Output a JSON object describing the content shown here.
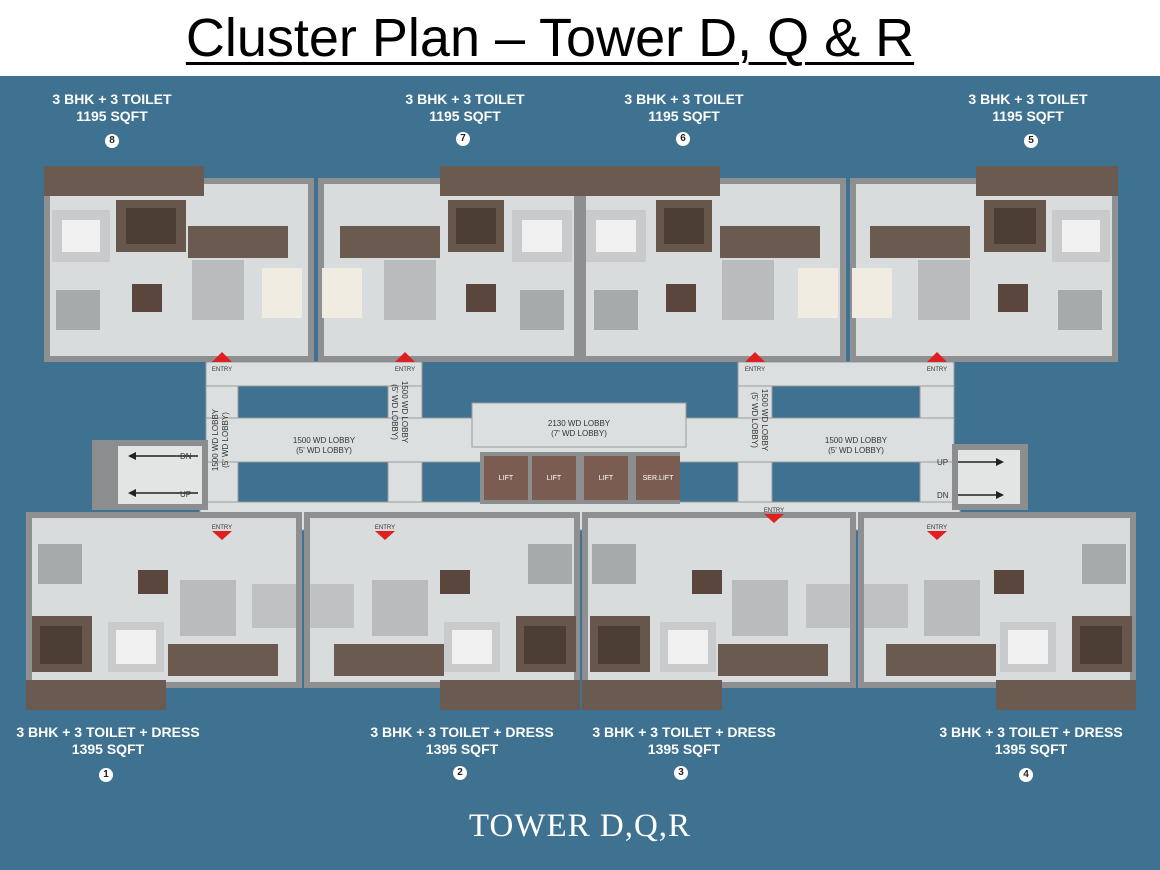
{
  "title": "Cluster Plan – Tower D, Q & R",
  "footer": "TOWER D,Q,R",
  "units_top": [
    {
      "num": "8",
      "type": "3 BHK + 3 TOILET",
      "area": "1195 SQFT"
    },
    {
      "num": "7",
      "type": "3 BHK + 3 TOILET",
      "area": "1195 SQFT"
    },
    {
      "num": "6",
      "type": "3 BHK + 3 TOILET",
      "area": "1195 SQFT"
    },
    {
      "num": "5",
      "type": "3 BHK + 3 TOILET",
      "area": "1195 SQFT"
    }
  ],
  "units_bottom": [
    {
      "num": "1",
      "type": "3 BHK + 3 TOILET + DRESS",
      "area": "1395 SQFT"
    },
    {
      "num": "2",
      "type": "3 BHK + 3 TOILET + DRESS",
      "area": "1395 SQFT"
    },
    {
      "num": "3",
      "type": "3 BHK + 3 TOILET + DRESS",
      "area": "1395 SQFT"
    },
    {
      "num": "4",
      "type": "3 BHK + 3 TOILET + DRESS",
      "area": "1395 SQFT"
    }
  ],
  "plan": {
    "entry": "ENTRY",
    "lobby_1500": "1500 WD LOBBY",
    "lobby_5": "(5' WD LOBBY)",
    "lobby_2130": "2130 WD LOBBY",
    "lobby_7": "(7' WD LOBBY)",
    "lift": "LIFT",
    "service_lift": "SER.LIFT",
    "up": "UP",
    "dn": "DN"
  },
  "colors": {
    "sea": "#3e7290",
    "floor": "#dde0e0",
    "wall": "#8e8f90",
    "entry": "#e02020"
  }
}
